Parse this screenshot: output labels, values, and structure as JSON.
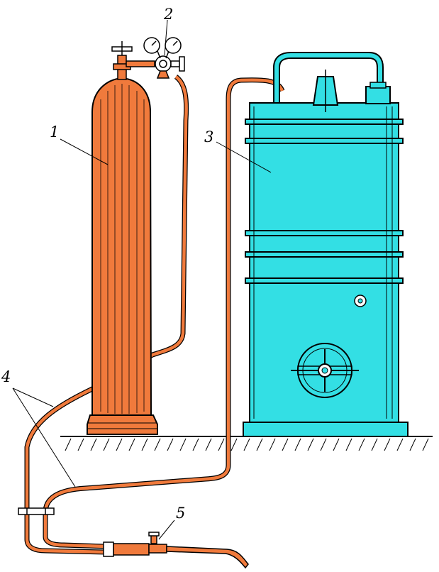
{
  "labels": {
    "cylinder": "1",
    "regulator": "2",
    "generator": "3",
    "hoses": "4",
    "torch": "5"
  },
  "colors": {
    "cylinder": "#f07a3c",
    "hose": "#f07a3c",
    "generator": "#33dfe4",
    "outline": "#000000",
    "background": "#ffffff"
  }
}
